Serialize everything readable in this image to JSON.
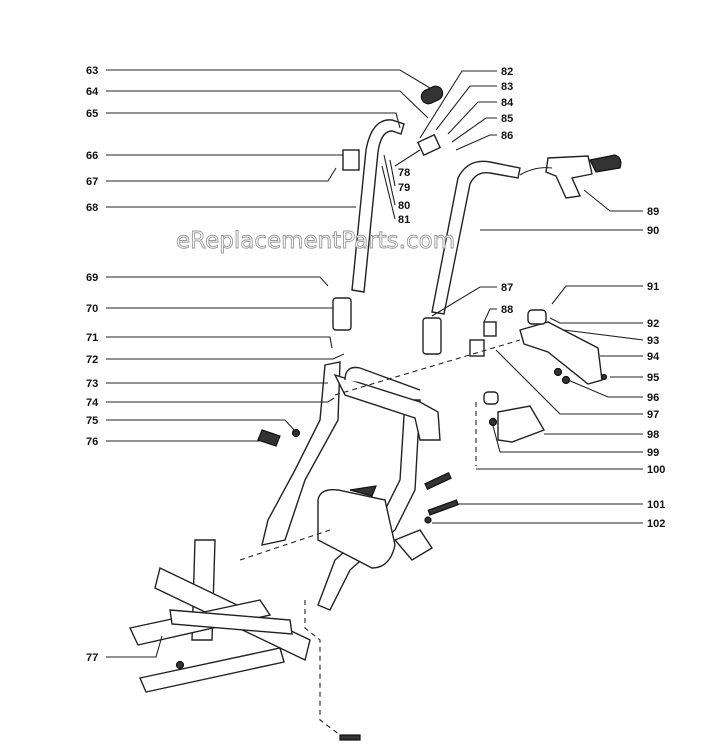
{
  "watermark": "eReplacementParts.com",
  "callouts": [
    {
      "id": "63",
      "side": "left"
    },
    {
      "id": "64",
      "side": "left"
    },
    {
      "id": "65",
      "side": "left"
    },
    {
      "id": "66",
      "side": "left"
    },
    {
      "id": "67",
      "side": "left"
    },
    {
      "id": "68",
      "side": "left"
    },
    {
      "id": "69",
      "side": "left"
    },
    {
      "id": "70",
      "side": "left"
    },
    {
      "id": "71",
      "side": "left"
    },
    {
      "id": "72",
      "side": "left"
    },
    {
      "id": "73",
      "side": "left"
    },
    {
      "id": "74",
      "side": "left"
    },
    {
      "id": "75",
      "side": "left"
    },
    {
      "id": "76",
      "side": "left"
    },
    {
      "id": "77",
      "side": "left"
    },
    {
      "id": "78",
      "side": "mid"
    },
    {
      "id": "79",
      "side": "mid"
    },
    {
      "id": "80",
      "side": "mid"
    },
    {
      "id": "81",
      "side": "mid"
    },
    {
      "id": "82",
      "side": "right"
    },
    {
      "id": "83",
      "side": "right"
    },
    {
      "id": "84",
      "side": "right"
    },
    {
      "id": "85",
      "side": "right"
    },
    {
      "id": "86",
      "side": "right"
    },
    {
      "id": "87",
      "side": "right"
    },
    {
      "id": "88",
      "side": "right"
    },
    {
      "id": "89",
      "side": "right"
    },
    {
      "id": "90",
      "side": "right"
    },
    {
      "id": "91",
      "side": "right"
    },
    {
      "id": "92",
      "side": "right"
    },
    {
      "id": "93",
      "side": "right"
    },
    {
      "id": "94",
      "side": "right"
    },
    {
      "id": "95",
      "side": "right"
    },
    {
      "id": "96",
      "side": "right"
    },
    {
      "id": "97",
      "side": "right"
    },
    {
      "id": "98",
      "side": "right"
    },
    {
      "id": "99",
      "side": "right"
    },
    {
      "id": "100",
      "side": "right"
    },
    {
      "id": "101",
      "side": "right"
    },
    {
      "id": "102",
      "side": "right"
    }
  ]
}
